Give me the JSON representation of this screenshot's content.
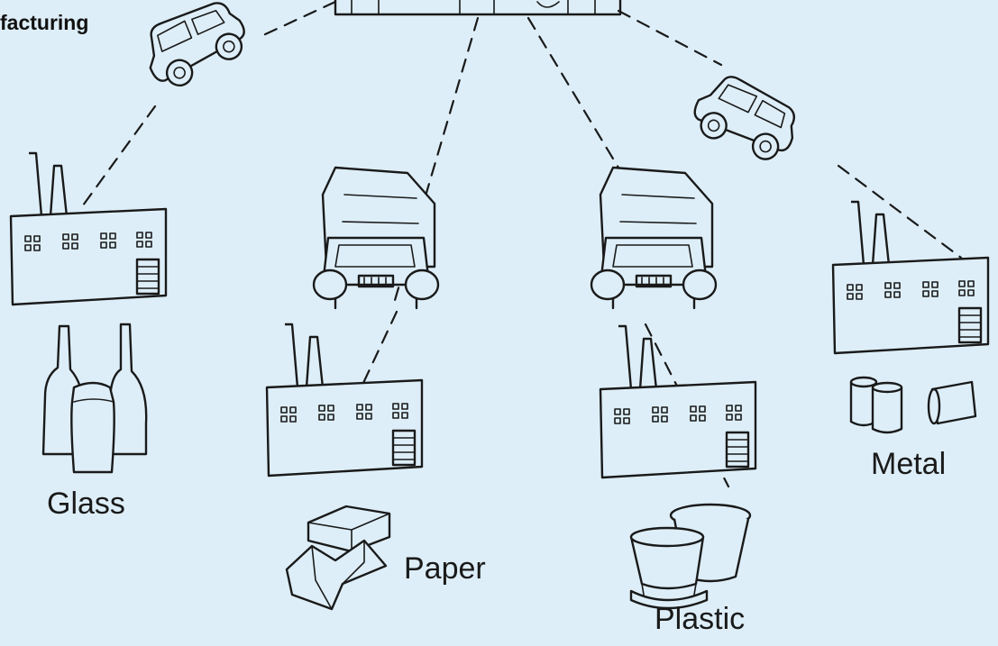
{
  "header": {
    "title_fragment": "facturing"
  },
  "materials": [
    {
      "label": "Glass"
    },
    {
      "label": "Paper"
    },
    {
      "label": "Plastic"
    },
    {
      "label": "Metal"
    }
  ]
}
